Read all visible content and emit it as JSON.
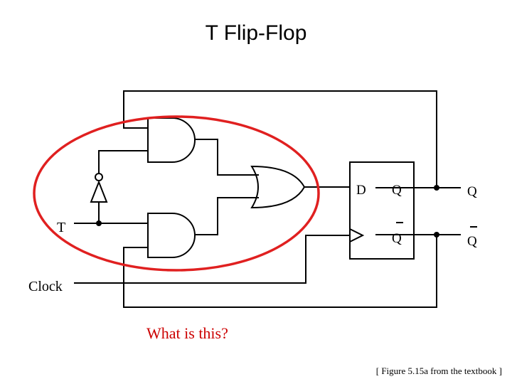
{
  "title": "T Flip-Flop",
  "labels": {
    "t_input": "T",
    "clock_input": "Clock",
    "d_pin": "D",
    "q_pin": "Q",
    "qbar_pin": "Q",
    "q_output": "Q",
    "qbar_output": "Q"
  },
  "question": "What is this?",
  "caption": "[ Figure 5.15a from the textbook ]",
  "colors": {
    "wire": "#000000",
    "highlight_ellipse": "#e02020",
    "question_text": "#cc0000"
  }
}
